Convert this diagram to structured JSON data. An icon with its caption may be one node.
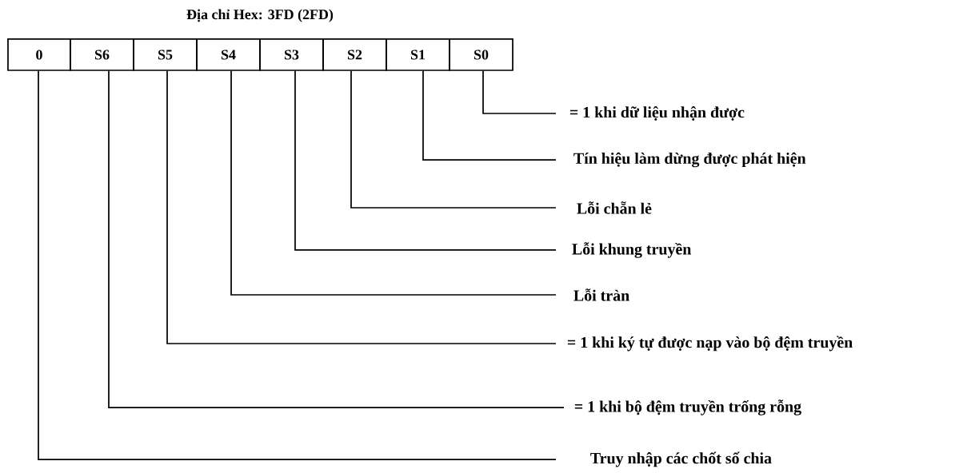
{
  "diagram": {
    "title": "Địa chỉ Hex: 3FD (2FD)",
    "nodes": [
      {
        "text": [
          "0"
        ]
      },
      {
        "text": [
          "S6"
        ]
      },
      {
        "text": [
          "S5"
        ]
      },
      {
        "text": [
          "S4"
        ]
      },
      {
        "text": [
          "S3"
        ]
      },
      {
        "text": [
          "S2"
        ]
      },
      {
        "text": [
          "S1"
        ]
      },
      {
        "text": [
          "S0"
        ]
      },
      {
        "text": [
          "= 1 khi dữ liệu nhận được"
        ]
      },
      {
        "text": [
          "Tín hiệu làm dừng được phát hiện"
        ]
      },
      {
        "text": [
          "Lỗi chẵn lẻ"
        ]
      },
      {
        "text": [
          "Lỗi khung truyền"
        ]
      },
      {
        "text": [
          "Lỗi tràn"
        ]
      },
      {
        "text": [
          "= 1 khi ký tự được nạp vào bộ đệm truyền"
        ]
      },
      {
        "text": [
          "= 1 khi bộ đệm truyền trống rỗng"
        ]
      },
      {
        "text": [
          "Truy nhập các chốt số chia"
        ]
      }
    ],
    "edges": [
      {
        "from": 7,
        "to": 8,
        "arrow": "none"
      },
      {
        "from": 6,
        "to": 9,
        "arrow": "none"
      },
      {
        "from": 5,
        "to": 10,
        "arrow": "none"
      },
      {
        "from": 4,
        "to": 11,
        "arrow": "none"
      },
      {
        "from": 3,
        "to": 12,
        "arrow": "none"
      },
      {
        "from": 2,
        "to": 13,
        "arrow": "none"
      },
      {
        "from": 1,
        "to": 14,
        "arrow": "none"
      },
      {
        "from": 0,
        "to": 15,
        "arrow": "none"
      }
    ]
  }
}
